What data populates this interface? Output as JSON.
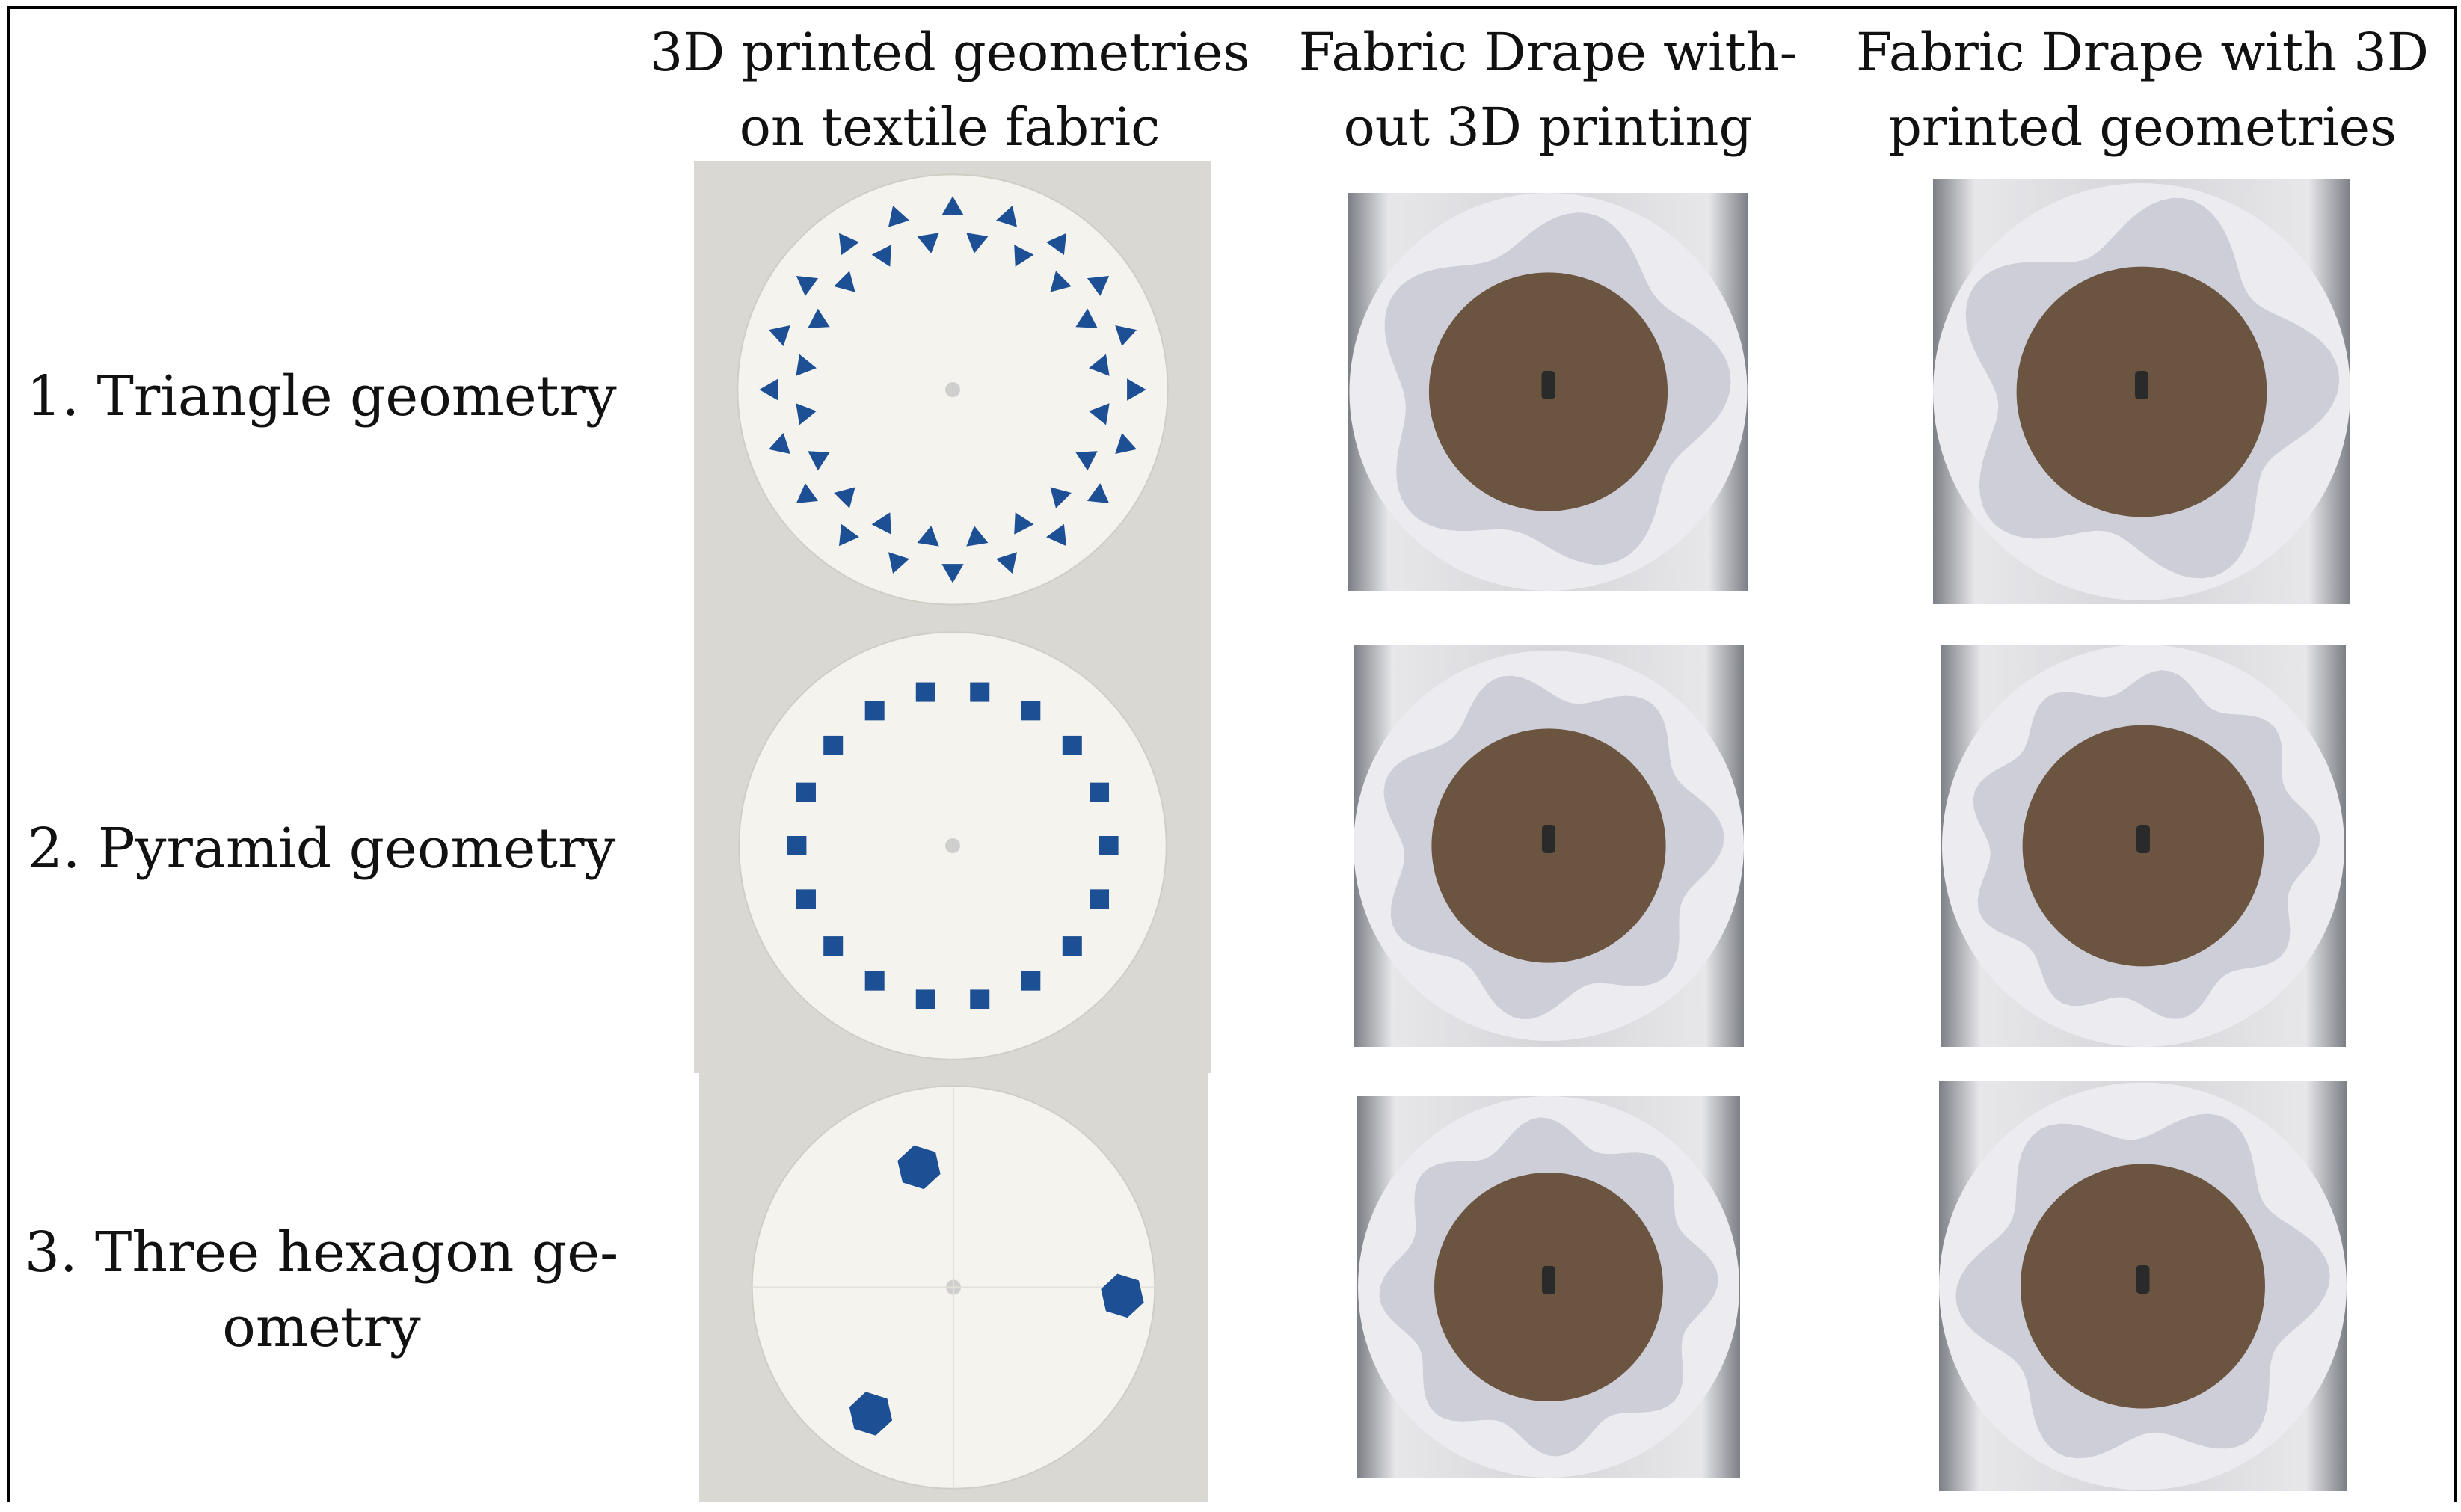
{
  "columns": {
    "col1": [
      "3D printed geometries",
      "on textile fabric"
    ],
    "col2": [
      "Fabric Drape with-",
      "out 3D printing"
    ],
    "col3": [
      "Fabric Drape with 3D",
      "printed geometries"
    ]
  },
  "rows": [
    {
      "label_lines": [
        "1. Triangle geometry"
      ],
      "geometry": "triangle"
    },
    {
      "label_lines": [
        "2. Pyramid geometry"
      ],
      "geometry": "square"
    },
    {
      "label_lines": [
        "3. Three hexagon ge-",
        "ometry"
      ],
      "geometry": "hexagon"
    }
  ],
  "colors": {
    "print_blue": "#1d4f94",
    "fabric": "#f5f3ee",
    "wood": "#6b5540"
  }
}
